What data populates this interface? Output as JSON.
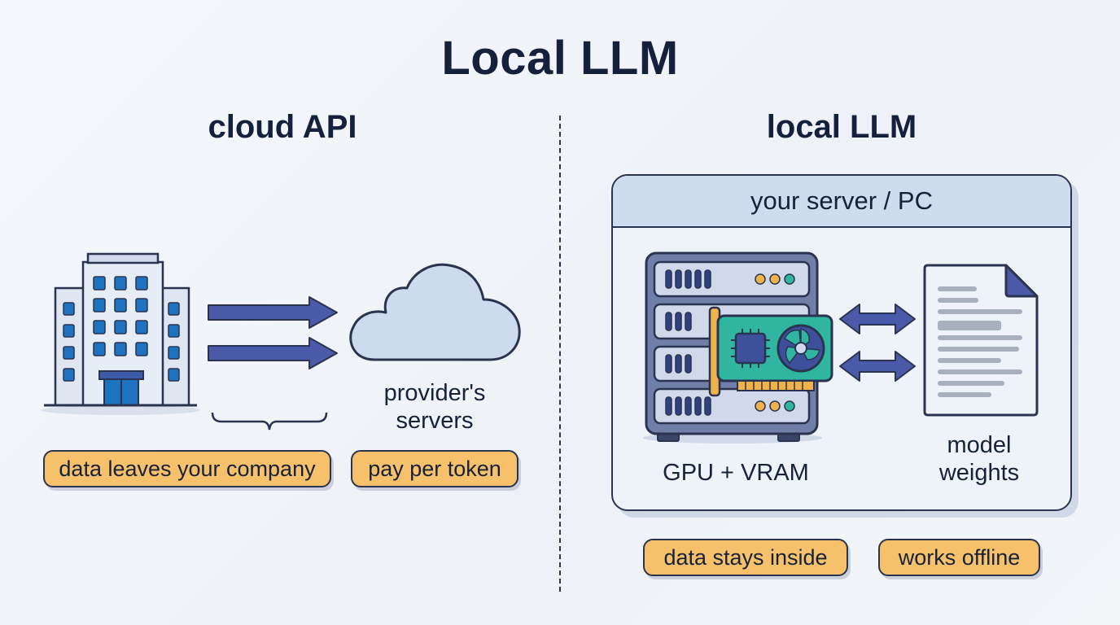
{
  "title": "Local LLM",
  "cloud": {
    "heading": "cloud API",
    "icons": {
      "building": "office-building-icon",
      "arrows": "arrow-right-icon",
      "cloud": "cloud-icon",
      "brace": "brace-icon"
    },
    "cloud_caption_line1": "provider's",
    "cloud_caption_line2": "servers",
    "tags": [
      "data leaves your company",
      "pay per token"
    ]
  },
  "local": {
    "heading": "local LLM",
    "box_header": "your server / PC",
    "icons": {
      "server": "server-rack-icon",
      "gpu": "gpu-card-icon",
      "exchange": "double-arrow-icon",
      "document": "document-icon"
    },
    "gpu_caption": "GPU + VRAM",
    "weights_caption_line1": "model",
    "weights_caption_line2": "weights",
    "tags": [
      "data stays inside",
      "works offline"
    ]
  },
  "colors": {
    "ink": "#16213a",
    "tag": "#f7c06a",
    "accent_blue": "#4a5aa8",
    "window_blue": "#1e73c0",
    "gpu_green": "#2fb5a0"
  }
}
